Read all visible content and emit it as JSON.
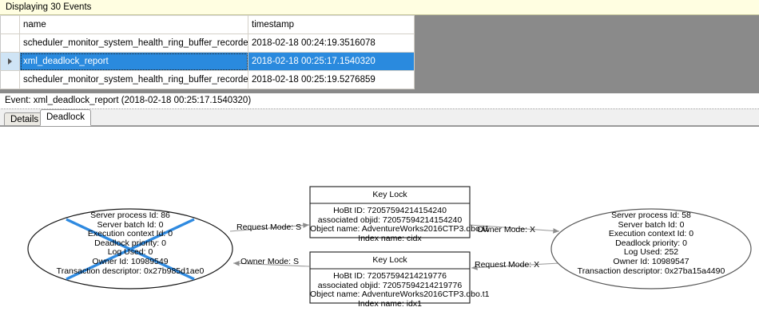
{
  "banner": {
    "text": "Displaying 30 Events"
  },
  "grid": {
    "columns": [
      "",
      "name",
      "timestamp"
    ],
    "rows": [
      {
        "marker": "",
        "name": "scheduler_monitor_system_health_ring_buffer_recorded",
        "timestamp": "2018-02-18 00:24:19.3516078",
        "selected": false
      },
      {
        "marker": "▶",
        "name": "xml_deadlock_report",
        "timestamp": "2018-02-18 00:25:17.1540320",
        "selected": true
      },
      {
        "marker": "",
        "name": "scheduler_monitor_system_health_ring_buffer_recorded",
        "timestamp": "2018-02-18 00:25:19.5276859",
        "selected": false
      }
    ]
  },
  "event_header": {
    "text": "Event: xml_deadlock_report (2018-02-18 00:25:17.1540320)"
  },
  "tabs": [
    {
      "label": "Details",
      "active": false
    },
    {
      "label": "Deadlock",
      "active": true
    }
  ],
  "deadlock_graph": {
    "victim_marked": true,
    "processes": [
      {
        "id": "process-left",
        "victim": true,
        "lines": [
          "Server process Id: 86",
          "Server batch Id: 0",
          "Execution context Id: 0",
          "Deadlock priority: 0",
          "Log Used: 0",
          "Owner Id: 10989549",
          "Transaction descriptor: 0x27b985d1ae0"
        ]
      },
      {
        "id": "process-right",
        "victim": false,
        "lines": [
          "Server process Id: 58",
          "Server batch Id: 0",
          "Execution context Id: 0",
          "Deadlock priority: 0",
          "Log Used: 252",
          "Owner Id: 10989547",
          "Transaction descriptor: 0x27ba15a4490"
        ]
      }
    ],
    "resources": [
      {
        "id": "keylock-top",
        "title": "Key Lock",
        "lines": [
          "HoBt ID: 72057594214154240",
          "associated objid: 72057594214154240",
          "Object name: AdventureWorks2016CTP3.dbo.t1",
          "Index name: cidx"
        ]
      },
      {
        "id": "keylock-bottom",
        "title": "Key Lock",
        "lines": [
          "HoBt ID: 72057594214219776",
          "associated objid: 72057594214219776",
          "Object name: AdventureWorks2016CTP3.dbo.t1",
          "Index name: idx1"
        ]
      }
    ],
    "edges": [
      {
        "id": "edge-left-request",
        "label": "Request Mode: S"
      },
      {
        "id": "edge-right-owner",
        "label": "Owner Mode: X"
      },
      {
        "id": "edge-left-owner",
        "label": "Owner Mode: S"
      },
      {
        "id": "edge-right-request",
        "label": "Request Mode: X"
      }
    ]
  },
  "colors": {
    "banner_bg": "#fffee1",
    "selection": "#2a8ade",
    "victim_cross": "#2f8ae0",
    "grid_empty": "#8a8a8a"
  }
}
